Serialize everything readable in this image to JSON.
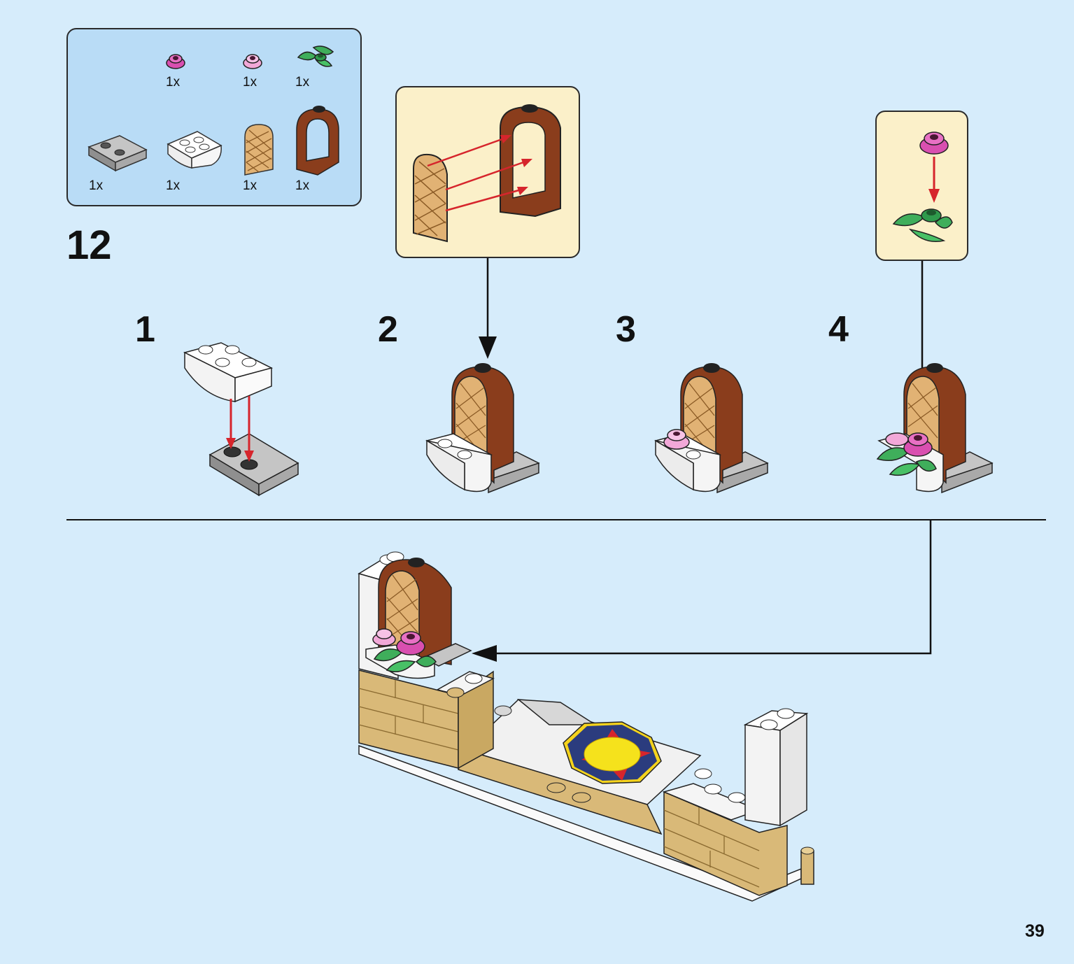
{
  "parts": {
    "row1": [
      {
        "name": "flower-pink-dark",
        "qty": "1x"
      },
      {
        "name": "flower-pink-light",
        "qty": "1x"
      },
      {
        "name": "leaves-green",
        "qty": "1x"
      }
    ],
    "row2": [
      {
        "name": "plate-2x2-gray",
        "qty": "1x"
      },
      {
        "name": "slope-white",
        "qty": "1x"
      },
      {
        "name": "window-lattice-tan",
        "qty": "1x"
      },
      {
        "name": "window-frame-brown",
        "qty": "1x"
      }
    ]
  },
  "step": {
    "number": "12"
  },
  "substeps": [
    "1",
    "2",
    "3",
    "4"
  ],
  "page": {
    "number": "39"
  },
  "colors": {
    "background": "#d6ecfb",
    "parts_panel": "#b9dcf6",
    "callout": "#fbf0c9",
    "arrow_red": "#d6252c",
    "brown": "#8a3d1c",
    "tan": "#e1b274",
    "pink": "#d94fb0",
    "green": "#3fae5b"
  }
}
